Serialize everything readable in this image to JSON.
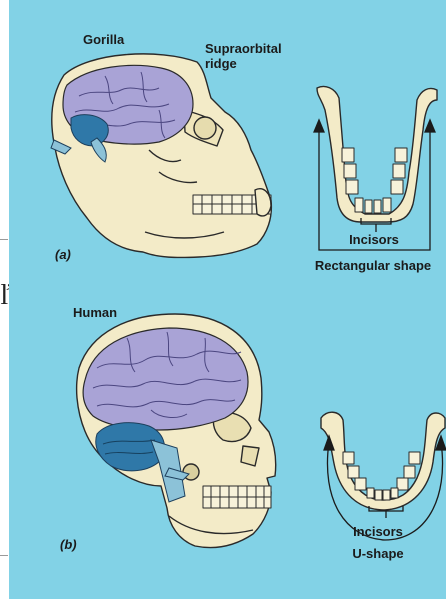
{
  "figure": {
    "panel_a": {
      "species": "Gorilla",
      "skull_feature": "Supraorbital\nridge",
      "panel_letter": "(a)",
      "teeth_label": "Incisors",
      "jaw_shape": "Rectangular shape"
    },
    "panel_b": {
      "species": "Human",
      "panel_letter": "(b)",
      "teeth_label": "Incisors",
      "jaw_shape": "U-shape"
    }
  },
  "margin_text": "ľ;",
  "colors": {
    "background": "#82d2e6",
    "bone": "#f3ebc8",
    "bone_outline": "#2a2a2a",
    "cerebrum": "#a9a3d6",
    "cerebellum": "#2f78a8",
    "brainstem": "#8cc2d8"
  }
}
